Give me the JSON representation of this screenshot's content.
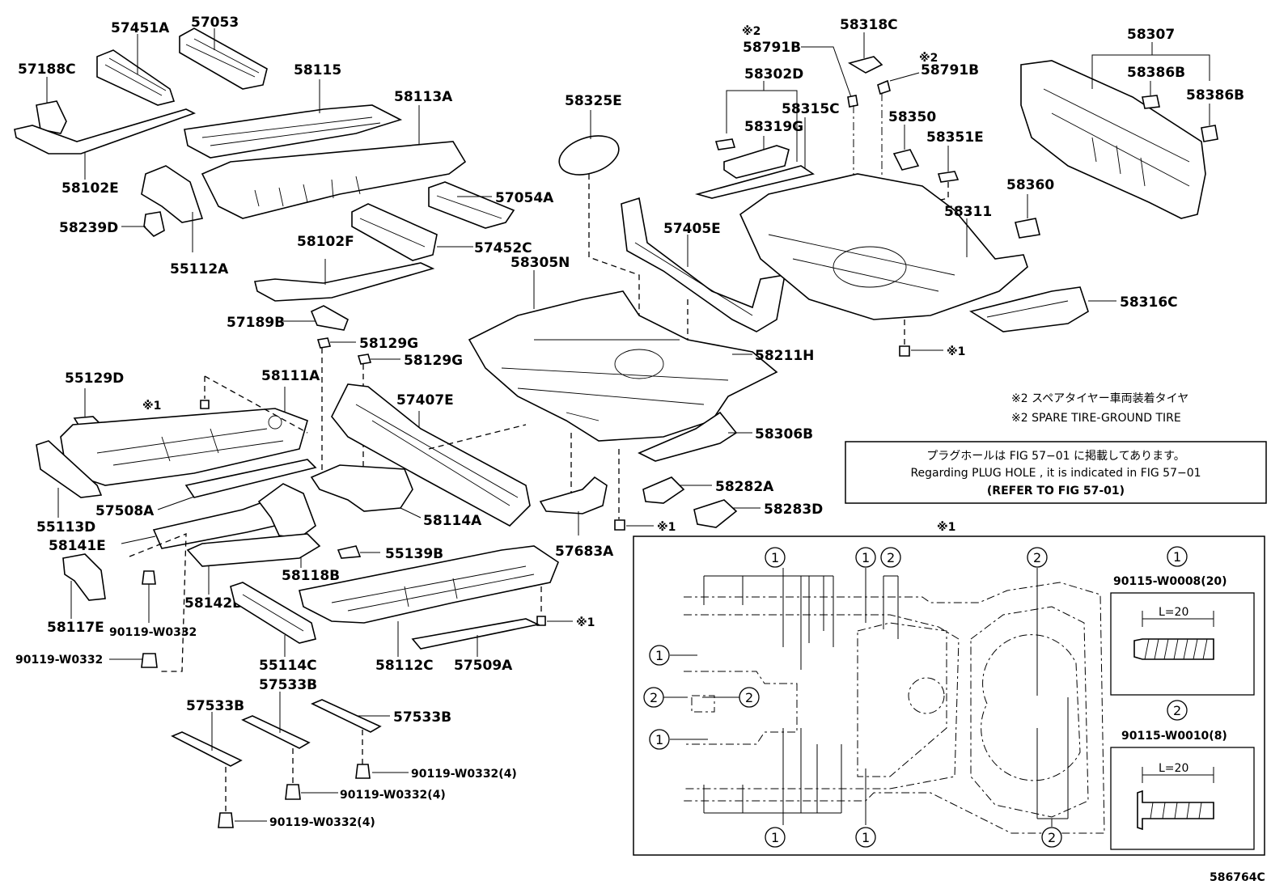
{
  "part_labels": {
    "p57188C": "57188C",
    "p57451A": "57451A",
    "p57053": "57053",
    "p58115": "58115",
    "p58113A": "58113A",
    "p58102E": "58102E",
    "p58239D": "58239D",
    "p55112A": "55112A",
    "p57054A": "57054A",
    "p58102F": "58102F",
    "p57452C": "57452C",
    "p57189B": "57189B",
    "p58129G_a": "58129G",
    "p58129G_b": "58129G",
    "p55129D": "55129D",
    "p58111A": "58111A",
    "p57407E": "57407E",
    "p55113D": "55113D",
    "p57508A": "57508A",
    "p58114A": "58114A",
    "p58141E": "58141E",
    "p55139B": "55139B",
    "p58118B": "58118B",
    "p58117E": "58117E",
    "p90119_a": "90119-W0332",
    "p58142B": "58142B",
    "p90119_b": "90119-W0332",
    "p55114C": "55114C",
    "p58112C": "58112C",
    "p57509A": "57509A",
    "p57533B_a": "57533B",
    "p57533B_b": "57533B",
    "p57533B_c": "57533B",
    "p90119_c": "90119-W0332(4)",
    "p90119_d": "90119-W0332(4)",
    "p90119_e": "90119-W0332(4)",
    "p58325E": "58325E",
    "p58305N": "58305N",
    "p57405E": "57405E",
    "p58211H": "58211H",
    "p58306B": "58306B",
    "p58282A": "58282A",
    "p58283D": "58283D",
    "p57683A": "57683A",
    "p58791B_a": "58791B",
    "p58318C": "58318C",
    "p58791B_b": "58791B",
    "p58302D": "58302D",
    "p58315C": "58315C",
    "p58319G": "58319G",
    "p58350": "58350",
    "p58351E": "58351E",
    "p58307": "58307",
    "p58386B_a": "58386B",
    "p58386B_b": "58386B",
    "p58360": "58360",
    "p58311": "58311",
    "p58316C": "58316C"
  },
  "marks": {
    "kome1": "※1",
    "kome2": "※2",
    "circle1": "①",
    "circle2": "②"
  },
  "notes": {
    "spare_jp": "※2 スペアタイヤー車両装着タイヤ",
    "spare_en": "※2 SPARE TIRE-GROUND TIRE",
    "plug_jp": "プラグホールは FIG 57−01 に掲載してあります。",
    "plug_en": "Regarding  PLUG  HOLE , it is indicated in FIG  57−01",
    "plug_ref": "(REFER TO FIG 57-01)"
  },
  "detail": {
    "title_mark": "※1",
    "bolt1_part": "90115-W0008(20)",
    "bolt1_len": "L=20",
    "bolt2_part": "90115-W0010(8)",
    "bolt2_len": "L=20"
  },
  "figure_id": "586764C"
}
